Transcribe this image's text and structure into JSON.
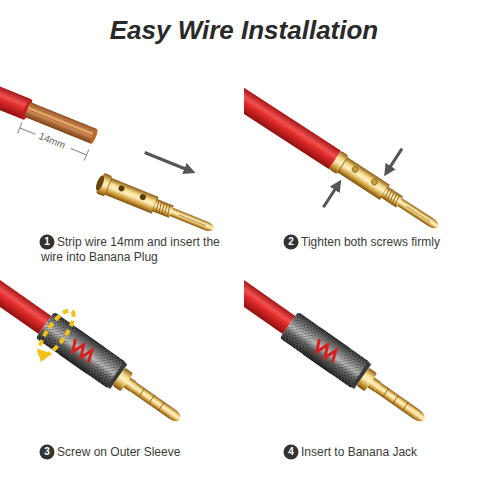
{
  "diagram": {
    "title": "Easy Wire Installation",
    "nodes": [
      {
        "text": [
          "1"
        ]
      },
      {
        "text": [
          "2"
        ]
      },
      {
        "text": [
          "3"
        ]
      },
      {
        "text": [
          "4"
        ]
      }
    ],
    "labels": [
      "14mm",
      "Strip wire 14mm and insert the wire into Banana Plug",
      "Tighten both screws firmly",
      "Screw on Outer Sleeve",
      "Insert to Banana Jack"
    ]
  }
}
